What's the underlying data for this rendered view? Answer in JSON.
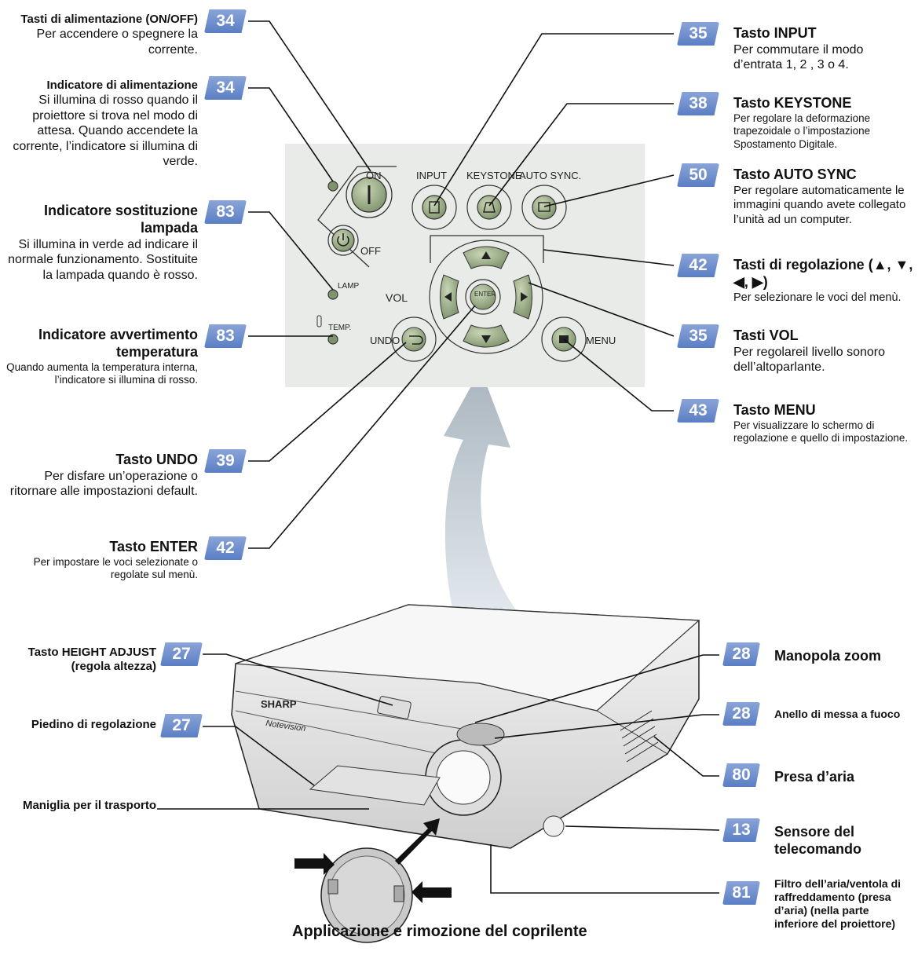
{
  "left": [
    {
      "badge": "34",
      "title": "Tasti di alimentazione (ON/OFF)",
      "desc": "Per accendere o spegnere la corrente."
    },
    {
      "badge": "34",
      "title": "Indicatore di alimentazione",
      "desc": "Si illumina di rosso quando il proiettore si trova nel modo di attesa. Quando accendete la corrente, l’indicatore si illumina di verde."
    },
    {
      "badge": "83",
      "title": "Indicatore sostituzione lampada",
      "desc": "Si illumina in verde ad indicare il normale funzionamento. Sostituite la lampada quando è rosso."
    },
    {
      "badge": "83",
      "title": "Indicatore avvertimento temperatura",
      "desc": "Quando aumenta la temperatura interna, l’indicatore si illumina di rosso."
    },
    {
      "badge": "39",
      "title": "Tasto UNDO",
      "desc": "Per disfare un’operazione o ritornare alle impostazioni default."
    },
    {
      "badge": "42",
      "title": "Tasto ENTER",
      "desc": "Per impostare le voci selezionate o regolate sul menù."
    }
  ],
  "right": [
    {
      "badge": "35",
      "title": "Tasto INPUT",
      "desc": "Per commutare il modo d’entrata 1, 2 , 3 o 4."
    },
    {
      "badge": "38",
      "title": "Tasto KEYSTONE",
      "desc": "Per regolare la deformazione trapezoidale o l’impostazione Spostamento Digitale."
    },
    {
      "badge": "50",
      "title": "Tasto AUTO SYNC",
      "desc": "Per regolare automaticamente le immagini quando avete collegato l’unità ad un computer."
    },
    {
      "badge": "42",
      "title": "Tasti di regolazione (▲, ▼, ◀, ▶)",
      "desc": "Per selezionare le voci del menù."
    },
    {
      "badge": "35",
      "title": "Tasti VOL",
      "desc": "Per regolareil livello sonoro dell’altoparlante."
    },
    {
      "badge": "43",
      "title": "Tasto MENU",
      "desc": "Per visualizzare lo schermo di regolazione e quello di impostazione."
    }
  ],
  "bottom_left": [
    {
      "badge": "27",
      "title": "Tasto HEIGHT ADJUST (regola altezza)"
    },
    {
      "badge": "27",
      "title": "Piedino di regolazione"
    },
    {
      "title": "Maniglia per il trasporto"
    }
  ],
  "bottom_right": [
    {
      "badge": "28",
      "title": "Manopola zoom"
    },
    {
      "badge": "28",
      "title": "Anello di messa a fuoco"
    },
    {
      "badge": "80",
      "title": "Presa d’aria"
    },
    {
      "badge": "13",
      "title": "Sensore del telecomando"
    },
    {
      "badge": "81",
      "title": "Filtro dell’aria/ventola di raffreddamento (presa d’aria) (nella parte inferiore del proiettore)"
    }
  ],
  "panel": {
    "on": "ON",
    "off": "OFF",
    "input": "INPUT",
    "keystone": "KEYSTONE",
    "autosync": "AUTO SYNC.",
    "lamp": "LAMP",
    "temp": "TEMP.",
    "vol": "VOL",
    "undo": "UNDO",
    "menu": "MENU",
    "enter": "ENTER"
  },
  "projector": {
    "brand": "SHARP",
    "model": "Notevision"
  },
  "caption": "Applicazione e rimozione del coprilente",
  "colors": {
    "badge": "#6b8cce",
    "panel_bg": "#e9ebe8",
    "arrow": "#b8c2cc"
  }
}
